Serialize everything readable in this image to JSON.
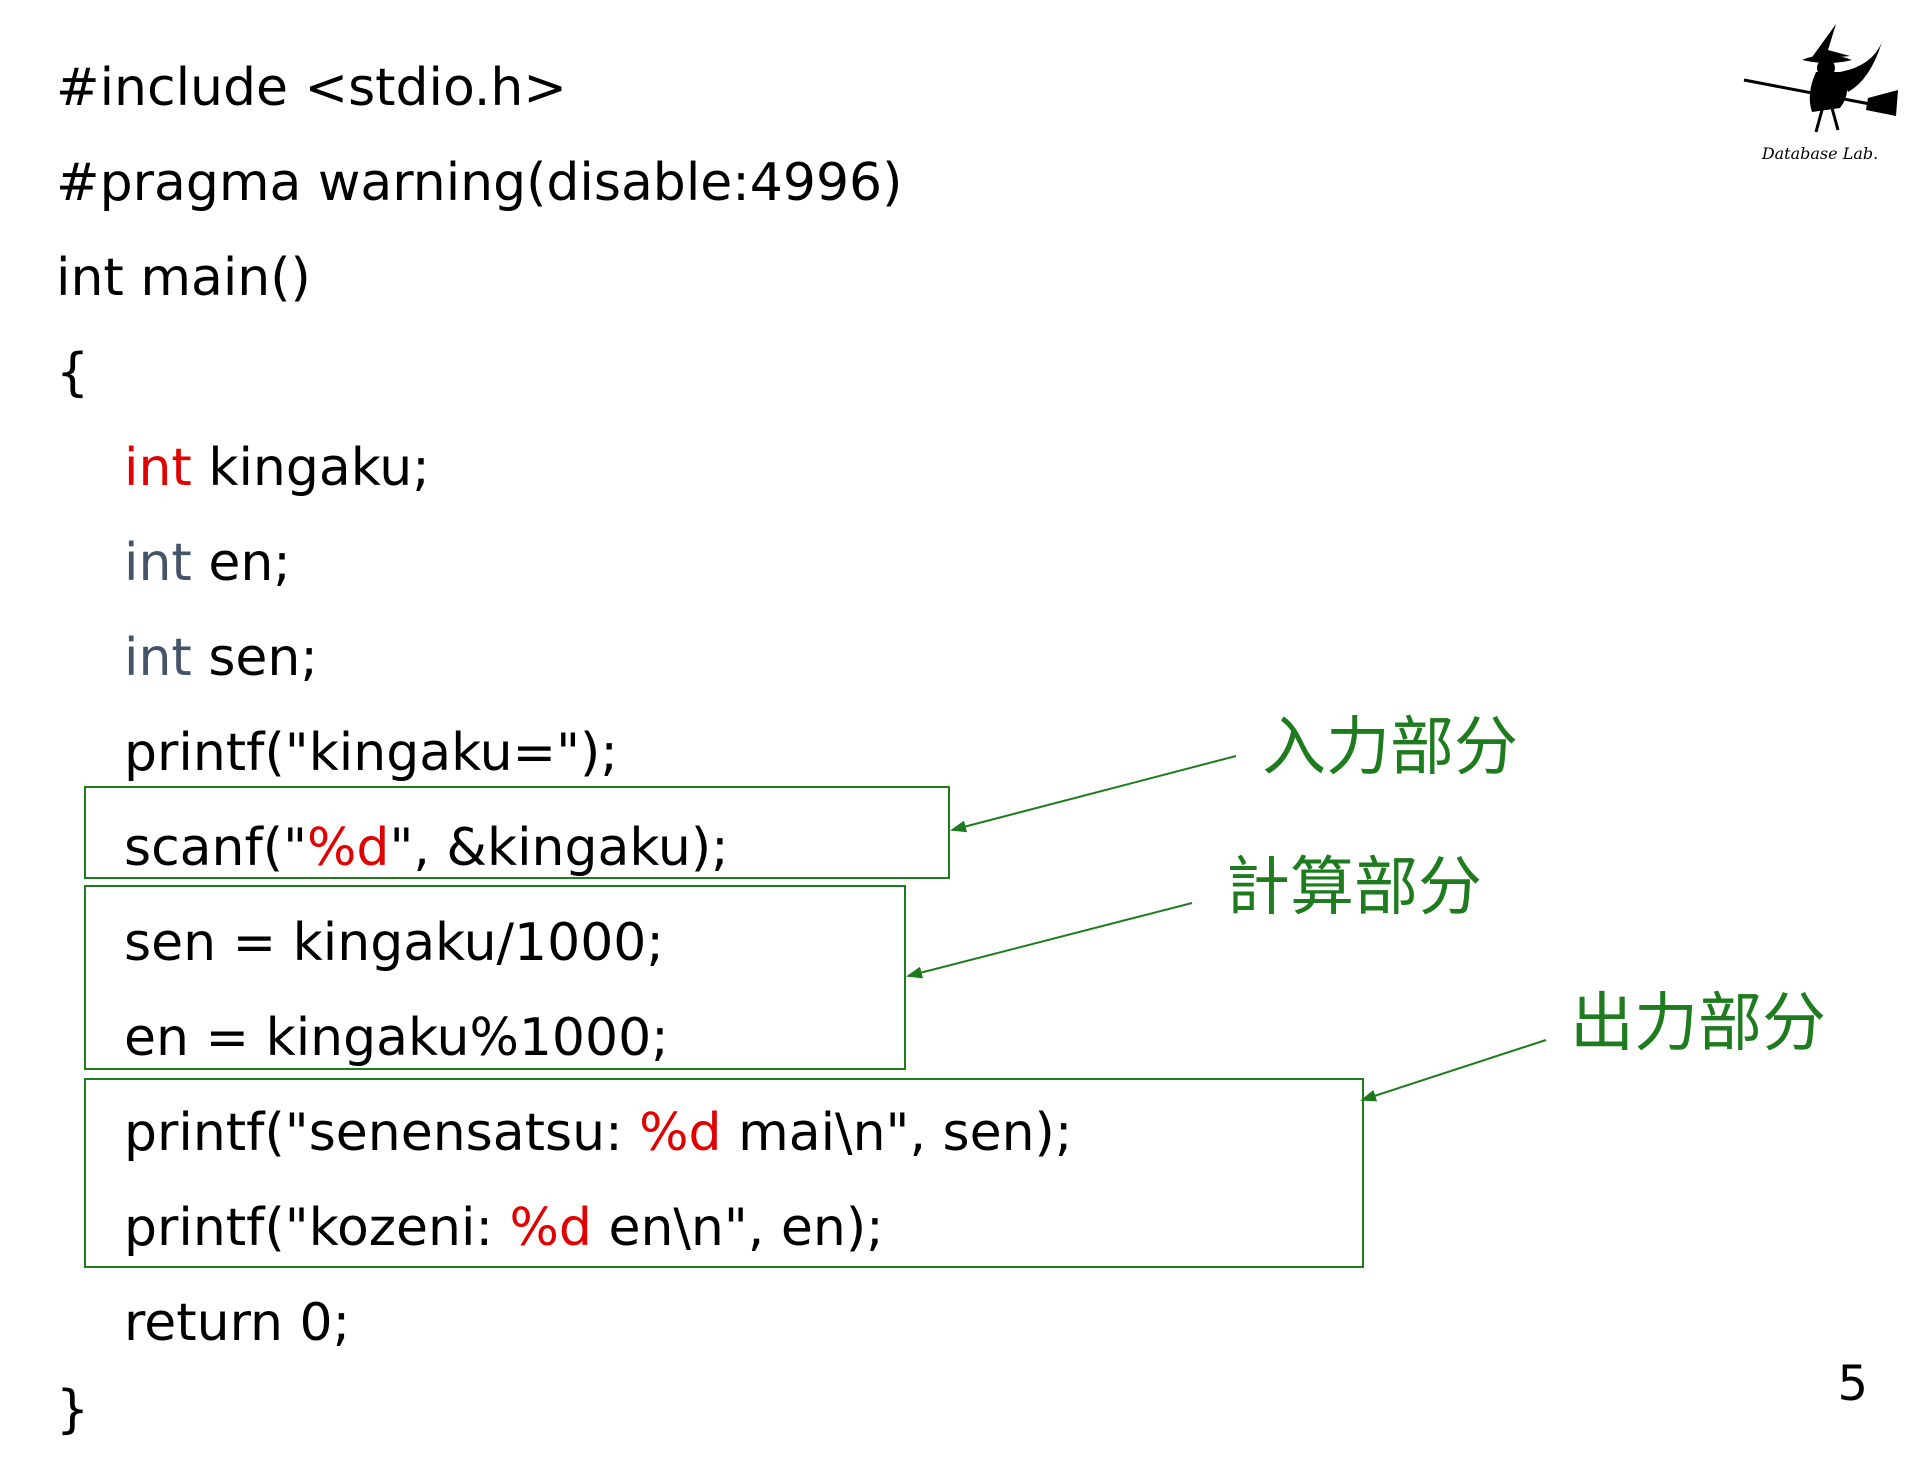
{
  "code": {
    "lines": [
      "#include <stdio.h>",
      "#pragma warning(disable:4996)",
      "int main()",
      "{",
      {
        "kw": "int",
        "rest": " kingaku;"
      },
      {
        "kw": "int",
        "rest": " en;"
      },
      {
        "kw": "int",
        "rest": " sen;"
      },
      "printf(\"kingaku=\");",
      {
        "a": "scanf(\"",
        "fmt": "%d",
        "b": "\", &kingaku);"
      },
      "sen = kingaku/1000;",
      "en = kingaku%1000;",
      {
        "a": "printf(\"senensatsu: ",
        "fmt": "%d",
        "b": " mai\\n\", sen);"
      },
      {
        "a": "printf(\"kozeni: ",
        "fmt": "%d",
        "b": " en\\n\", en);"
      },
      "return 0;",
      "}"
    ]
  },
  "annotations": {
    "input_label": "入力部分",
    "calc_label": "計算部分",
    "output_label": "出力部分"
  },
  "logo": {
    "text": "Database Lab."
  },
  "page_number": "5",
  "colors": {
    "annotation_green": "#1e7b1e",
    "keyword_red": "#e00000",
    "keyword_slate": "#44546a"
  },
  "icons": {
    "logo_icon": "witch-on-broom-icon"
  }
}
